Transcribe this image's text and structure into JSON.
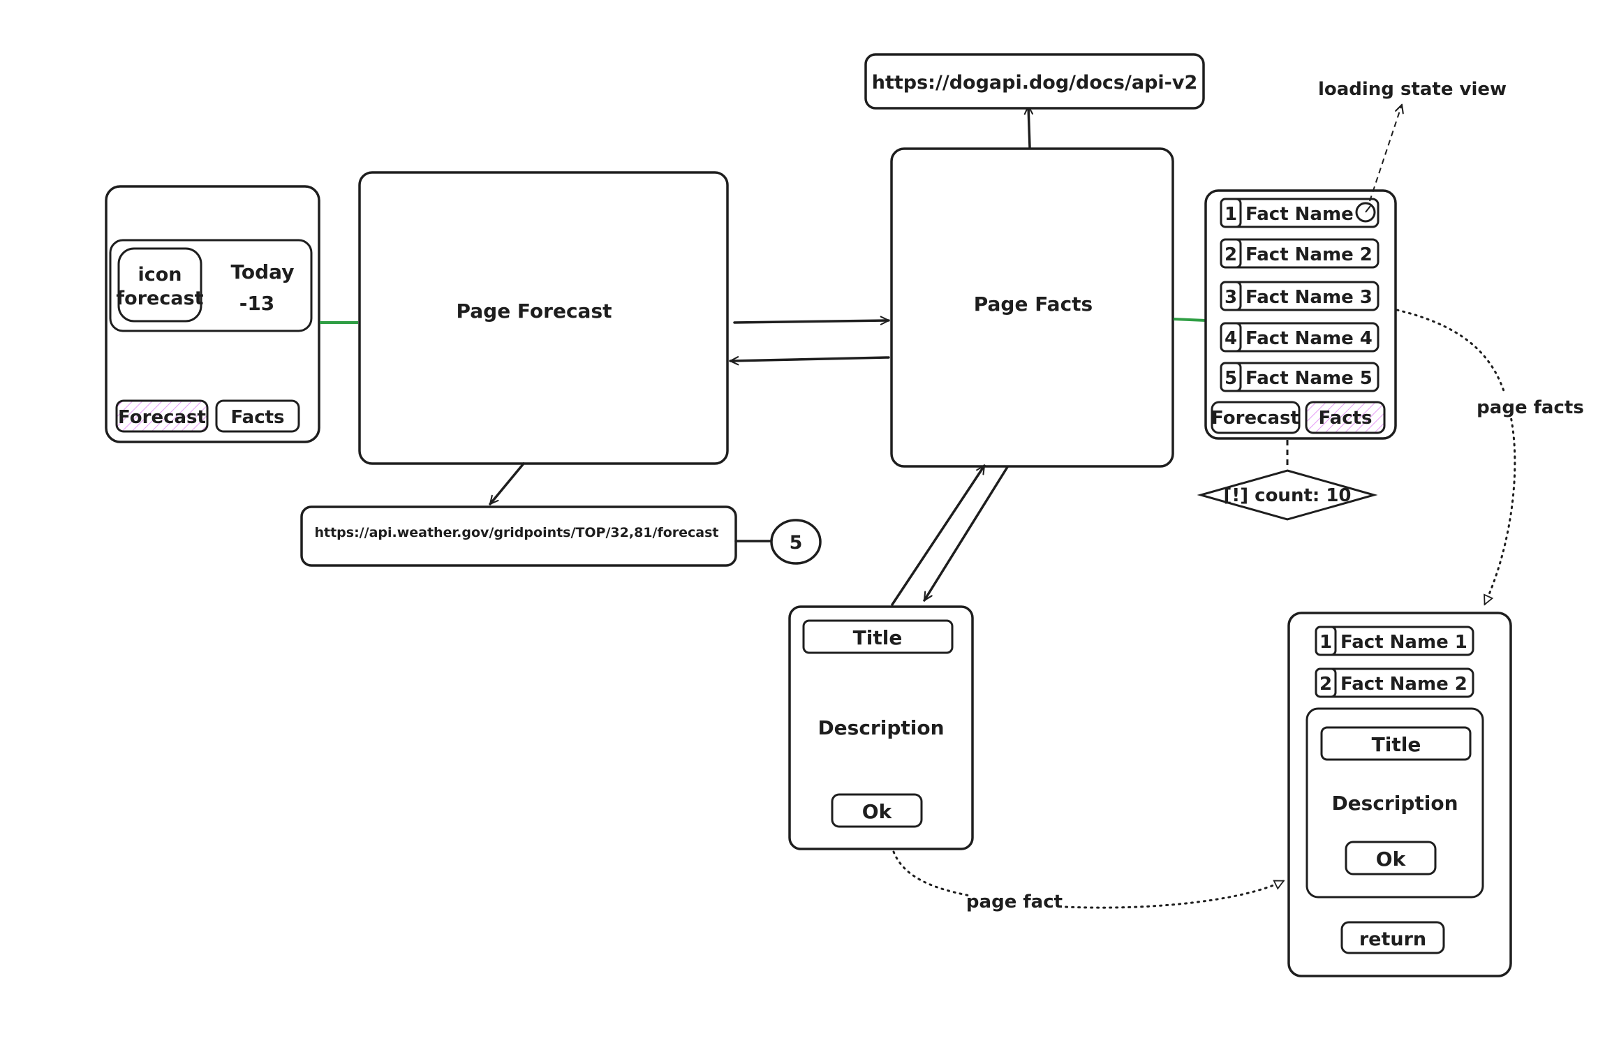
{
  "forecast_phone": {
    "icon_label_1": "icon",
    "icon_label_2": "forecast",
    "day_label": "Today",
    "temp_label": "-13",
    "tab_forecast": "Forecast",
    "tab_facts": "Facts"
  },
  "page_forecast": {
    "label": "Page Forecast"
  },
  "forecast_api": {
    "url": "https://api.weather.gov/gridpoints/TOP/32,81/forecast",
    "badge": "5"
  },
  "page_facts": {
    "label": "Page Facts"
  },
  "dog_api": {
    "url": "https://dogapi.dog/docs/api-v2"
  },
  "facts_phone": {
    "items": [
      {
        "num": "1",
        "name": "Fact Name 1"
      },
      {
        "num": "2",
        "name": "Fact Name 2"
      },
      {
        "num": "3",
        "name": "Fact Name 3"
      },
      {
        "num": "4",
        "name": "Fact Name 4"
      },
      {
        "num": "5",
        "name": "Fact Name 5"
      }
    ],
    "tab_forecast": "Forecast",
    "tab_facts": "Facts",
    "count_label": "[!] count: 10"
  },
  "annotations": {
    "loading_state": "loading state view",
    "page_facts": "page facts",
    "page_fact": "page fact"
  },
  "fact_dialog": {
    "title": "Title",
    "description": "Description",
    "ok": "Ok"
  },
  "detail_phone": {
    "items": [
      {
        "num": "1",
        "name": "Fact Name 1"
      },
      {
        "num": "2",
        "name": "Fact Name 2"
      }
    ],
    "title": "Title",
    "description": "Description",
    "ok": "Ok",
    "return": "return"
  }
}
